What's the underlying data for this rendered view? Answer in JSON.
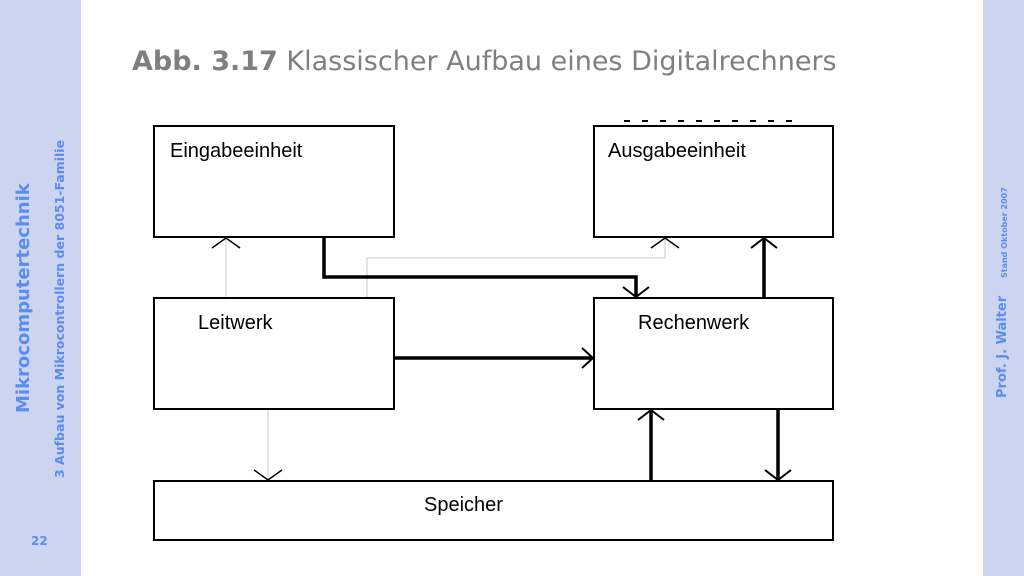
{
  "slide": {
    "page_number": "22",
    "left_sidebar": {
      "title": "Mikrocomputertechnik",
      "subtitle": "3 Aufbau von Mikrocontrollern der 8051-Familie"
    },
    "right_sidebar": {
      "author": "Prof. J. Walter",
      "date": "Stand Oktober 2007"
    },
    "title": {
      "label": "Abb. 3.17",
      "text": "Klassischer Aufbau eines Digitalrechners"
    }
  },
  "diagram": {
    "blocks": {
      "input": "Eingabeeinheit",
      "output": "Ausgabeeinheit",
      "control": "Leitwerk",
      "alu": "Rechenwerk",
      "memory": "Speicher"
    },
    "colors": {
      "data_path": "#000000",
      "control_path": "#c8c8c8",
      "accent": "#5b8def",
      "sidebar": "#ccd4f0"
    }
  }
}
